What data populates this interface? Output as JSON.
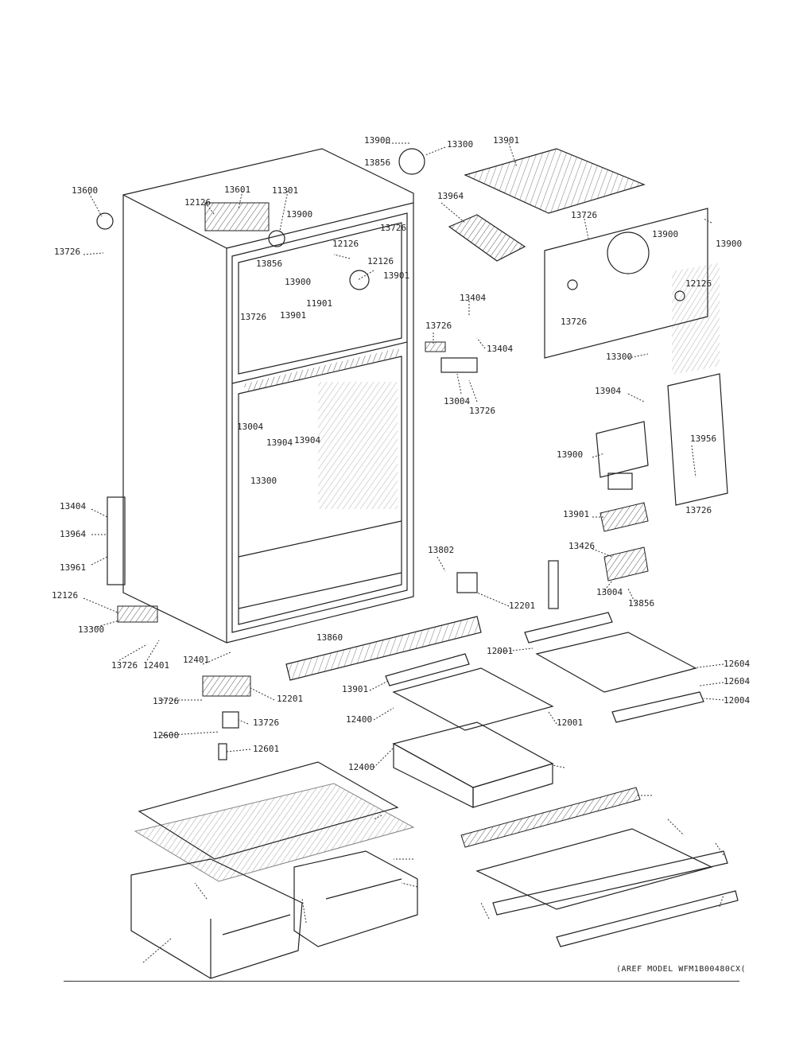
{
  "model_caption": "(AREF MODEL WFM1B00480CX(",
  "labels": [
    "13600",
    "13726",
    "12126",
    "13601",
    "11301",
    "13900",
    "13726",
    "12126",
    "12126",
    "13901",
    "13856",
    "13900",
    "11901",
    "13901",
    "13726",
    "13900",
    "13856",
    "13300",
    "13901",
    "13964",
    "13726",
    "13900",
    "13900",
    "12126",
    "13726",
    "13300",
    "13404",
    "13726",
    "13404",
    "13004",
    "13726",
    "13904",
    "13956",
    "13900",
    "13726",
    "13901",
    "13426",
    "13004",
    "13856",
    "13004",
    "13904",
    "13904",
    "13300",
    "13404",
    "13964",
    "13961",
    "12126",
    "13300",
    "13726",
    "12401",
    "12401",
    "13860",
    "13726",
    "12600",
    "12601",
    "13726",
    "12201",
    "13802",
    "12201",
    "13901",
    "12400",
    "12400",
    "12001",
    "12001",
    "12604",
    "12604",
    "12004"
  ]
}
